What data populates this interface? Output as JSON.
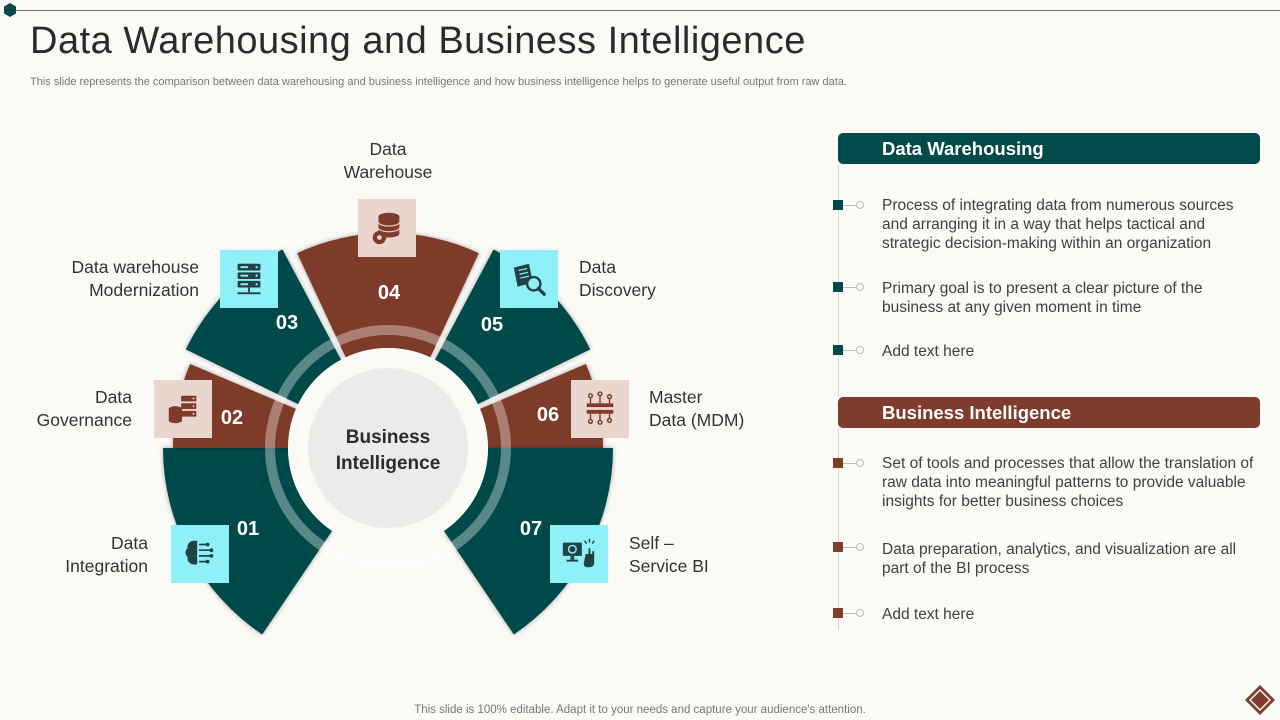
{
  "slide": {
    "title": "Data Warehousing and Business Intelligence",
    "subtitle": "This slide represents the comparison between data warehousing and business intelligence and how business intelligence helps to generate useful output from raw data.",
    "footer": "This slide is 100% editable. Adapt it to your needs and capture your audience's attention."
  },
  "wheel": {
    "center": [
      "Business",
      "Intelligence"
    ],
    "segments": [
      {
        "number": "01",
        "label": [
          "Data",
          "Integration"
        ],
        "icon": "brain-circuit-icon"
      },
      {
        "number": "02",
        "label": [
          "Data",
          "Governance"
        ],
        "icon": "server-database-icon"
      },
      {
        "number": "03",
        "label": [
          "Data warehouse",
          "Modernization"
        ],
        "icon": "server-rack-icon"
      },
      {
        "number": "04",
        "label": [
          "Data",
          "Warehouse"
        ],
        "icon": "database-gear-icon"
      },
      {
        "number": "05",
        "label": [
          "Data",
          "Discovery"
        ],
        "icon": "document-search-icon"
      },
      {
        "number": "06",
        "label": [
          "Master",
          "Data (MDM)"
        ],
        "icon": "data-nodes-icon"
      },
      {
        "number": "07",
        "label": [
          "Self –",
          "Service BI"
        ],
        "icon": "touch-monitor-icon"
      }
    ]
  },
  "panels": {
    "warehousing": {
      "title": "Data Warehousing",
      "items": [
        "Process of integrating data from numerous sources and arranging it in a way that helps tactical and strategic decision-making within an organization",
        "Primary goal is to present a clear picture of the business at any given moment in time",
        "Add text here"
      ]
    },
    "bi": {
      "title": "Business Intelligence",
      "items": [
        "Set of tools and processes that allow the translation of raw data into meaningful patterns to provide valuable insights for better business choices",
        "Data preparation, analytics, and visualization are all part of the BI process",
        "Add text here"
      ]
    }
  },
  "colors": {
    "teal": "#004a4a",
    "brown": "#7f3b2b",
    "cyan_box": "#8ff0f7",
    "pink_box": "#ead5cf",
    "icon_dark": "#1f4247",
    "icon_brown": "#7f3b2b"
  }
}
